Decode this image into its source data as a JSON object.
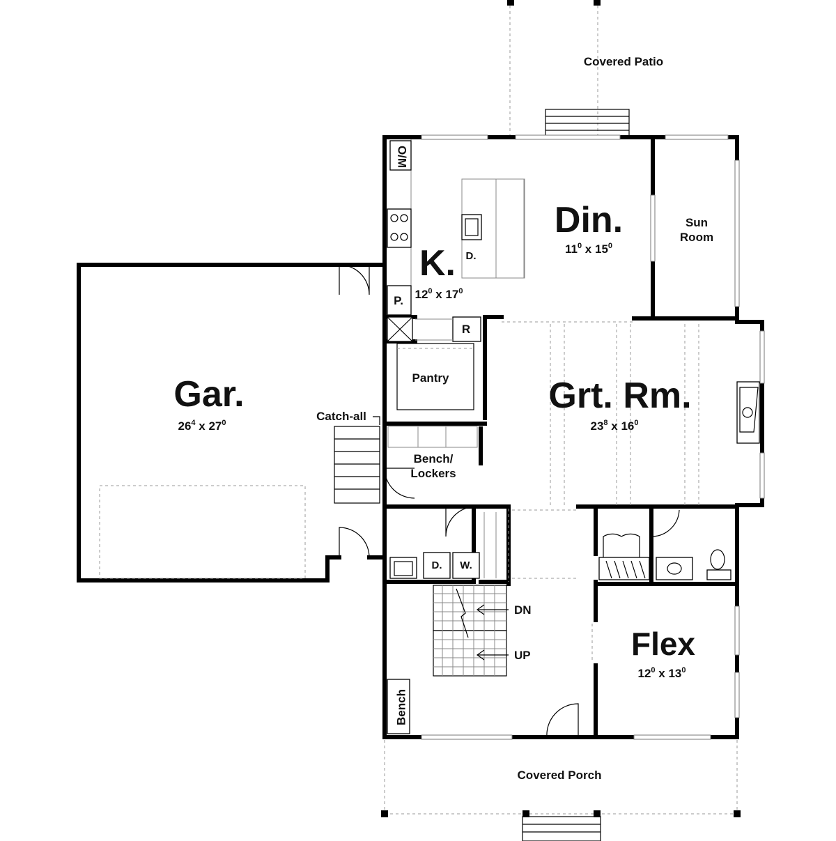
{
  "rooms": {
    "covered_patio": "Covered Patio",
    "kitchen": {
      "name": "K.",
      "w": "12",
      "w_sup": "0",
      "h": "17",
      "h_sup": "0"
    },
    "dining": {
      "name": "Din.",
      "w": "11",
      "w_sup": "0",
      "h": "15",
      "h_sup": "0"
    },
    "sun_room": {
      "line1": "Sun",
      "line2": "Room"
    },
    "garage": {
      "name": "Gar.",
      "w": "26",
      "w_sup": "4",
      "h": "27",
      "h_sup": "0"
    },
    "great_room": {
      "name": "Grt. Rm.",
      "w": "23",
      "w_sup": "8",
      "h": "16",
      "h_sup": "0"
    },
    "pantry": "Pantry",
    "flex": {
      "name": "Flex",
      "w": "12",
      "w_sup": "0",
      "h": "13",
      "h_sup": "0"
    },
    "covered_porch": "Covered Porch"
  },
  "labels": {
    "catch_all": "Catch-all",
    "bench_lockers_1": "Bench/",
    "bench_lockers_2": "Lockers",
    "bench": "Bench",
    "om": "O/M",
    "dishwasher": "D.",
    "pantry_cab": "P.",
    "fridge": "R",
    "dryer": "D.",
    "washer": "W.",
    "down": "DN",
    "up": "UP",
    "dim_sep": "x"
  }
}
